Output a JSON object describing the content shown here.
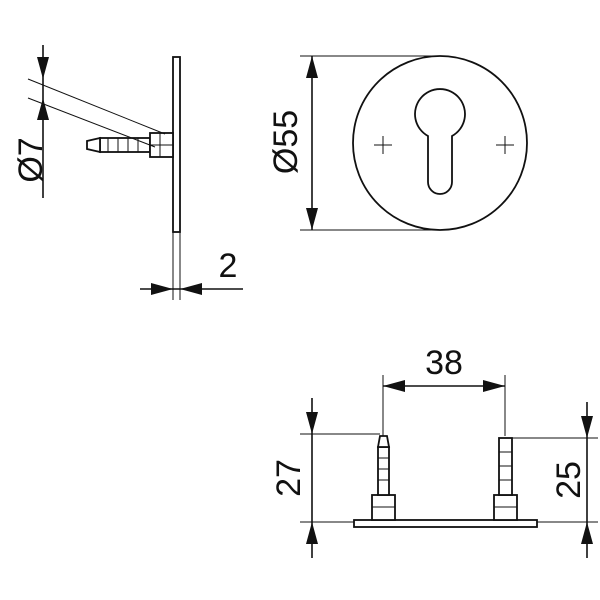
{
  "dimensions": {
    "pin_diameter": "Ø7",
    "plate_thickness": "2",
    "rose_diameter": "Ø55",
    "fixing_spacing": "38",
    "height_left": "27",
    "height_right": "25"
  }
}
